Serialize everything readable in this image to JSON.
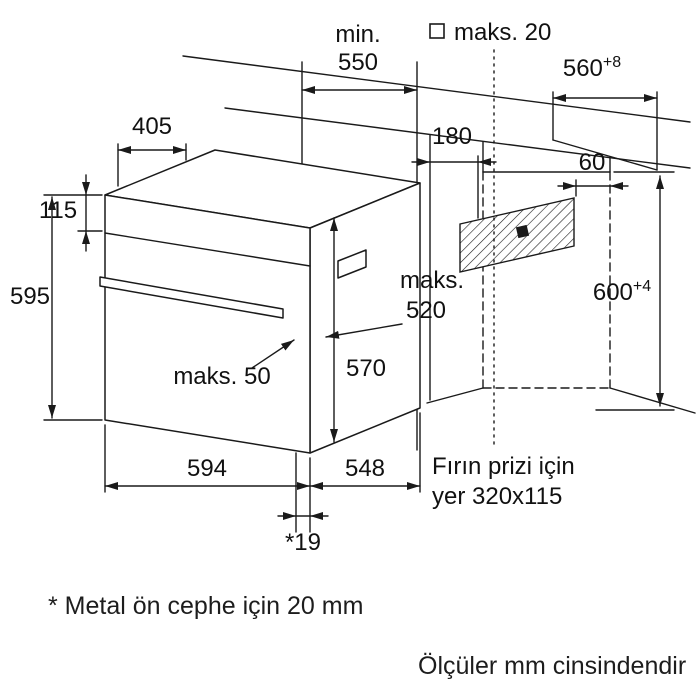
{
  "diagram": {
    "background": "#ffffff",
    "line_color": "#1a1a1a",
    "dims": {
      "niche_depth": {
        "word": "min.",
        "value": "550"
      },
      "wall_gap": {
        "value": "maks. 20"
      },
      "niche_width": {
        "value": "560",
        "tolerance": "+8"
      },
      "top_depth": {
        "value": "405"
      },
      "socket_offset": {
        "value": "180"
      },
      "socket_edge": {
        "value": "60"
      },
      "panel_height": {
        "value": "115"
      },
      "front_height": {
        "value": "595"
      },
      "max_depth": {
        "word": "maks.",
        "value": "520"
      },
      "niche_height": {
        "value": "600",
        "tolerance": "+4"
      },
      "handle_depth": {
        "value": "maks. 50"
      },
      "body_height": {
        "value": "570"
      },
      "oven_width": {
        "value": "594"
      },
      "oven_depth": {
        "value": "548"
      },
      "door_front": {
        "value": "*19"
      }
    },
    "notes": {
      "socket_line1": "Fırın prizi için",
      "socket_line2": "yer 320x115",
      "footnote": "* Metal ön cephe için 20 mm",
      "units": "Ölçüler mm cinsindendir"
    }
  }
}
